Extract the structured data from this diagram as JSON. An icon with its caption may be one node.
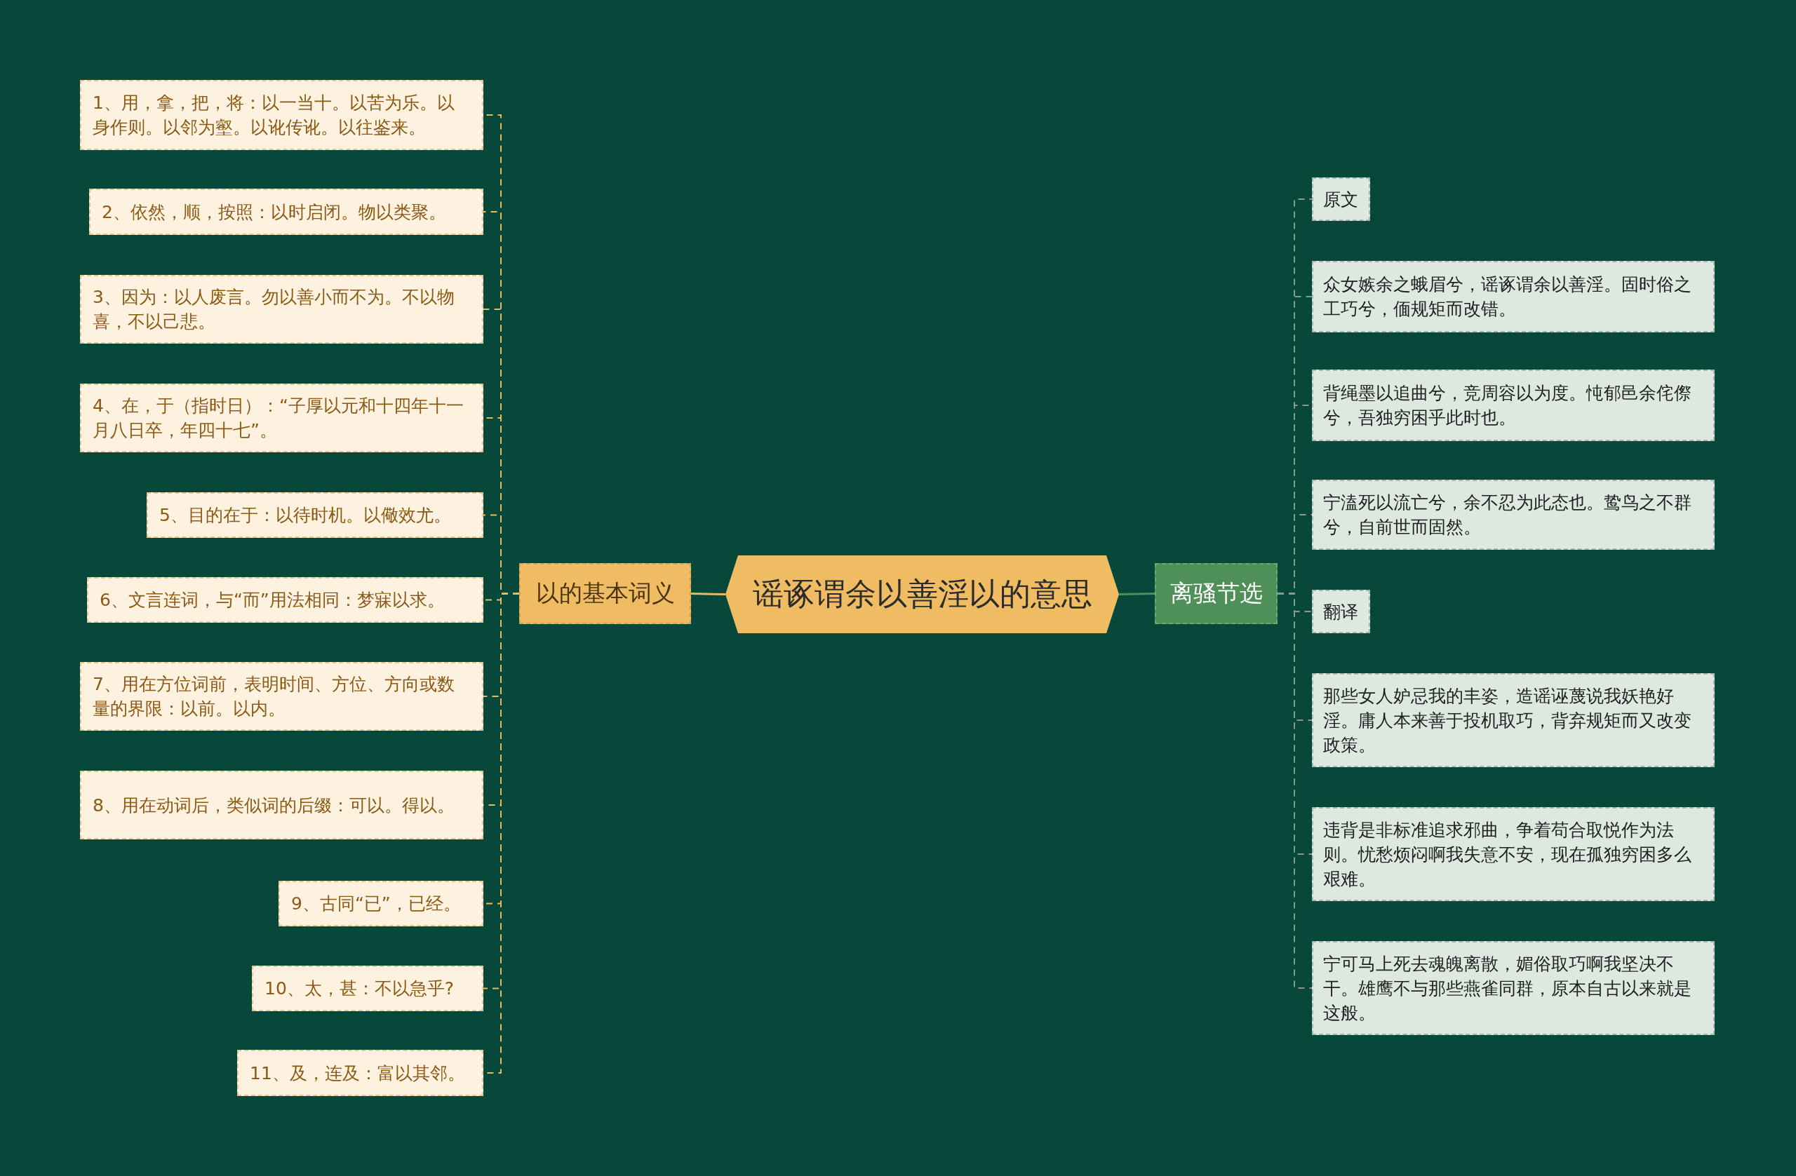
{
  "diagram": {
    "nodes": [
      {
        "text": [
          "谣诼谓余以善淫以的意思"
        ]
      },
      {
        "text": [
          "以的基本词义"
        ]
      },
      {
        "text": [
          "1、用，拿，把，将：以一当十。以苦为乐。以身作则。以邻为壑。以讹传讹。以往鉴来。"
        ]
      },
      {
        "text": [
          "2、依然，顺，按照：以时启闭。物以类聚。"
        ]
      },
      {
        "text": [
          "3、因为：以人废言。勿以善小而不为。不以物喜，不以己悲。"
        ]
      },
      {
        "text": [
          "4、在，于（指时日）：“子厚以元和十四年十一月八日卒，年四十七”。"
        ]
      },
      {
        "text": [
          "5、目的在于：以待时机。以儆效尤。"
        ]
      },
      {
        "text": [
          "6、文言连词，与“而”用法相同：梦寐以求。"
        ]
      },
      {
        "text": [
          "7、用在方位词前，表明时间、方位、方向或数量的界限：以前。以内。"
        ]
      },
      {
        "text": [
          "8、用在动词后，类似词的后缀：可以。得以。"
        ]
      },
      {
        "text": [
          "9、古同“已”，已经。"
        ]
      },
      {
        "text": [
          "10、太，甚：不以急乎?"
        ]
      },
      {
        "text": [
          "11、及，连及：富以其邻。"
        ]
      },
      {
        "text": [
          "离骚节选"
        ]
      },
      {
        "text": [
          "原文"
        ]
      },
      {
        "text": [
          "众女嫉余之蛾眉兮，谣诼谓余以善淫。固时俗之工巧兮，偭规矩而改错。"
        ]
      },
      {
        "text": [
          "背绳墨以追曲兮，竞周容以为度。忳郁邑余侘傺兮，吾独穷困乎此时也。"
        ]
      },
      {
        "text": [
          "宁溘死以流亡兮，余不忍为此态也。鸷鸟之不群兮，自前世而固然。"
        ]
      },
      {
        "text": [
          "翻译"
        ]
      },
      {
        "text": [
          "那些女人妒忌我的丰姿，造谣诬蔑说我妖艳好淫。庸人本来善于投机取巧，背弃规矩而又改变政策。"
        ]
      },
      {
        "text": [
          "违背是非标准追求邪曲，争着苟合取悦作为法则。忧愁烦闷啊我失意不安，现在孤独穷困多么艰难。"
        ]
      },
      {
        "text": [
          "宁可马上死去魂魄离散，媚俗取巧啊我坚决不干。雄鹰不与那些燕雀同群，原本自古以来就是这般。"
        ]
      }
    ],
    "edges": [
      {
        "from": 0,
        "to": 1,
        "arrow": "none",
        "color": "#e8b95f"
      },
      {
        "from": 1,
        "to": 2,
        "arrow": "none",
        "style": "dashed",
        "color": "#e8b95f"
      },
      {
        "from": 1,
        "to": 3,
        "arrow": "none",
        "style": "dashed",
        "color": "#e8b95f"
      },
      {
        "from": 1,
        "to": 4,
        "arrow": "none",
        "style": "dashed",
        "color": "#e8b95f"
      },
      {
        "from": 1,
        "to": 5,
        "arrow": "none",
        "style": "dashed",
        "color": "#e8b95f"
      },
      {
        "from": 1,
        "to": 6,
        "arrow": "none",
        "style": "dashed",
        "color": "#e8b95f"
      },
      {
        "from": 1,
        "to": 7,
        "arrow": "none",
        "style": "dashed",
        "color": "#e8b95f"
      },
      {
        "from": 1,
        "to": 8,
        "arrow": "none",
        "style": "dashed",
        "color": "#e8b95f"
      },
      {
        "from": 1,
        "to": 9,
        "arrow": "none",
        "style": "dashed",
        "color": "#e8b95f"
      },
      {
        "from": 1,
        "to": 10,
        "arrow": "none",
        "style": "dashed",
        "color": "#e8b95f"
      },
      {
        "from": 1,
        "to": 11,
        "arrow": "none",
        "style": "dashed",
        "color": "#e8b95f"
      },
      {
        "from": 1,
        "to": 12,
        "arrow": "none",
        "style": "dashed",
        "color": "#e8b95f"
      },
      {
        "from": 0,
        "to": 13,
        "arrow": "none",
        "color": "#4e9058"
      },
      {
        "from": 13,
        "to": 14,
        "arrow": "none",
        "style": "dashed",
        "color": "#8a9a90"
      },
      {
        "from": 13,
        "to": 15,
        "arrow": "none",
        "style": "dashed",
        "color": "#8a9a90"
      },
      {
        "from": 13,
        "to": 16,
        "arrow": "none",
        "style": "dashed",
        "color": "#8a9a90"
      },
      {
        "from": 13,
        "to": 17,
        "arrow": "none",
        "style": "dashed",
        "color": "#8a9a90"
      },
      {
        "from": 13,
        "to": 18,
        "arrow": "none",
        "style": "dashed",
        "color": "#8a9a90"
      },
      {
        "from": 13,
        "to": 19,
        "arrow": "none",
        "style": "dashed",
        "color": "#8a9a90"
      },
      {
        "from": 13,
        "to": 20,
        "arrow": "none",
        "style": "dashed",
        "color": "#8a9a90"
      },
      {
        "from": 13,
        "to": 21,
        "arrow": "none",
        "style": "dashed",
        "color": "#8a9a90"
      }
    ]
  }
}
